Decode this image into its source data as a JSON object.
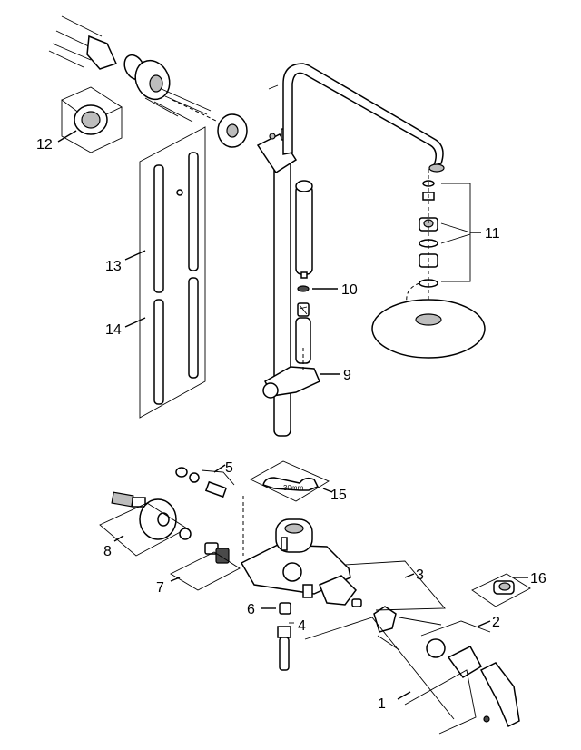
{
  "callouts": {
    "c1": "1",
    "c2": "2",
    "c3": "3",
    "c4": "4",
    "c5": "5",
    "c6": "6",
    "c7": "7",
    "c8": "8",
    "c9": "9",
    "c10": "10",
    "c11": "11",
    "c12": "12",
    "c13": "13",
    "c14": "14",
    "c15": "15",
    "c16": "16"
  },
  "wrench_label": "30mm"
}
